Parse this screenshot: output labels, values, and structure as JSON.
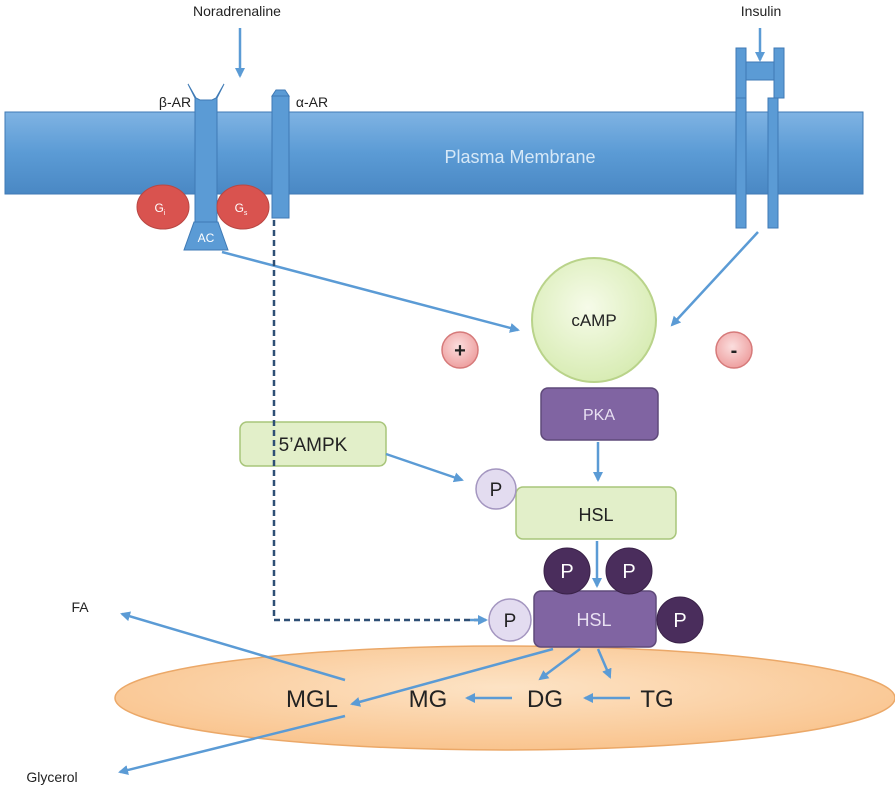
{
  "signals": {
    "noradrenaline": "Noradrenaline",
    "insulin": "Insulin"
  },
  "receptors": {
    "beta": "β-AR",
    "alpha": "α-AR"
  },
  "membrane": {
    "label": "Plasma Membrane"
  },
  "g_proteins": {
    "gi_main": "G",
    "gi_sub": "i",
    "gs_main": "G",
    "gs_sub": "s"
  },
  "enzymes": {
    "ac": "AC",
    "camp": "cAMP",
    "pka": "PKA",
    "ampk": "5’AMPK",
    "hsl_inactive": "HSL",
    "hsl_active": "HSL",
    "mgl": "MGL"
  },
  "regulation": {
    "plus": "+",
    "minus": "-"
  },
  "phosphate": "P",
  "lipids": {
    "tg": "TG",
    "dg": "DG",
    "mg": "MG"
  },
  "products": {
    "fa": "FA",
    "glycerol": "Glycerol"
  },
  "colors": {
    "membrane": "#5b9bd5",
    "arrow": "#5b9bd5",
    "g_protein": "#d9534f",
    "camp_fill": "#e4f0c8",
    "pka_fill": "#8064a2",
    "hsl_inactive_fill": "#e2efc9",
    "phospho_dark": "#4a2d5c",
    "phospho_light": "#e3dcf0",
    "lipid_droplet": "#fbd3a8",
    "plus_minus_fill": "#f4b6b6"
  }
}
